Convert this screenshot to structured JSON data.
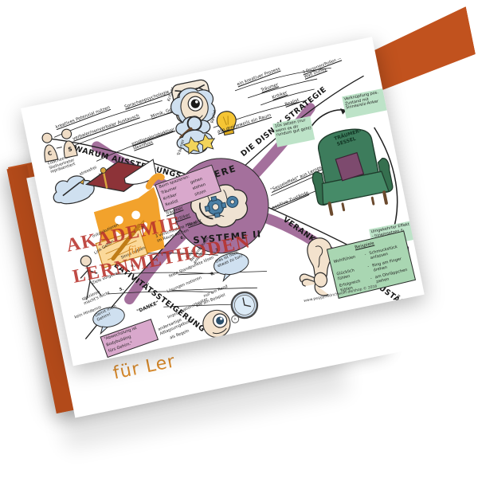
{
  "product": {
    "type": "printed mind-map poster photo",
    "background_color": "#ffffff",
    "card_color": "#c1521e",
    "poster_color": "#ffffff"
  },
  "poster": {
    "center": {
      "line1": "INNERE",
      "line2": "SYSTEME II",
      "fill": "#a4709c",
      "icon": "brain-with-gears-icon"
    },
    "branches": [
      {
        "id": "warum-ausstellungsarbeit",
        "title": "WARUM AUSSTELLUNGSARBEIT",
        "position": "upper-left",
        "color": "#a4709c"
      },
      {
        "id": "die-disney-strategie",
        "title": "DIE DISNEY STRATEGIE",
        "position": "upper-right",
        "color": "#a4709c"
      },
      {
        "id": "kreativitaetssteigerung",
        "title": "KREATIVITÄTSSTEIGERUNG",
        "position": "lower-left",
        "color": "#a4709c"
      },
      {
        "id": "verankern-mentaler-zustaende",
        "title": "VERANKERN MENTALER ZUSTÄNDE",
        "position": "lower-right",
        "color": "#a4709c"
      }
    ],
    "upper_left_notes": [
      "kreatives Potenzial nutzen",
      "Sprachenpsychologie",
      "verbaler/nonverbaler Austausch",
      "Mimik, Gestik",
      "emotionaler/objektiver Ideenfluss",
      "Coachee durch Stellvertreter repräsentiert",
      "stressfrei",
      "kreativ, raumnehmend"
    ],
    "upper_left_people_labels": [
      "C",
      "S"
    ],
    "pink_box_spazieren": {
      "heading": "Beim spazieren:",
      "rows": [
        {
          "role": "Träumer",
          "dash": "-",
          "action": "gehen"
        },
        {
          "role": "Kritiker",
          "dash": "-",
          "action": "stehen"
        },
        {
          "role": "Realist",
          "dash": "-",
          "action": "sitzen"
        }
      ]
    },
    "roles_row": [
      "Träumer",
      "Kritiker",
      "Realist"
    ],
    "roles_note": "3 verschiedene Plätze im Raum suchen",
    "disney_notes": [
      "ein kreativer Prozess",
      "3 Personen/Rollen — Walt Disney",
      "Träumer",
      "Kritiker",
      "Realist",
      "alle drei jeweils ein Raum"
    ],
    "disney_face_labels": [
      "Kritiker",
      "Realist",
      "Träumer"
    ],
    "middle_right_notes": [
      "\"Sesseleffekt\" aus Lernpsychologie",
      "positive Zustände"
    ],
    "armchair": {
      "label_line1": "TRÄUMER-",
      "label_line2": "SESSEL",
      "color": "#3d7c5c",
      "pillow_color": "#7d4a6e"
    },
    "armchair_notes": [
      "10x setzen (nur wenn es dir rundum gut geht)",
      "Verknüpfung pos. Zustand mit Sinnesreiz-Anker",
      "Umgekehrter Effekt - hineinsetzen & Wohlfühlen"
    ],
    "examples_box": {
      "title": "Beispiele",
      "rows": [
        {
          "state": "Wohlfühlen",
          "dash": "-",
          "anchor": "Schmuckstück anfassen"
        },
        {
          "state": "Glücklich fühlen",
          "dash": "-",
          "anchor": "Ring am Finger drehen"
        },
        {
          "state": "Erfolgreich fühlen",
          "dash": "-",
          "anchor": "am Ohrläppchen ziehen"
        }
      ],
      "fill": "#a9d6b2"
    },
    "kreativitaet_numbers": [
      "3.",
      "4.",
      "5.",
      "6.",
      "7.",
      "8."
    ],
    "kreativitaet_notes": [
      "mitdiskutieren",
      "Link Gehirn",
      "Sinne nutzen",
      "Ziele vorgeben",
      "spazieren macht's leicht",
      "kein Hindernis",
      "Neue Nervenbahnen anlegen",
      "feste Standpunkte lösen",
      "Lösungen notieren",
      "frisch Start",
      "nur am Rand",
      "wie am Beispiel",
      "\"DANKE\"",
      "Improvisationstheater",
      "andersartige Alltagsumgebung",
      "als Regeln"
    ],
    "speech_bubbles": [
      "Damit mein Gehirn!",
      "Das ist noch etwas zu tun!"
    ],
    "pink_box_quote": {
      "line1": "\"Abwechslung ist",
      "line2": "Bodybuilding",
      "line3": "fürs Gehirn.\""
    },
    "footer": "www.peggyhedrichwolff.de/shop  © 2016",
    "watermark": {
      "line1": "AKADEMIE",
      "line2": "für",
      "line3": "LERNMETHODEN",
      "color1": "#b8332c",
      "color2": "#e08a23"
    },
    "icons": [
      "angry-face-icon",
      "lightbulb-icon",
      "thought-cloud-icon",
      "magnifier-face-icon",
      "two-stars-icon",
      "graduation-cap-icon",
      "smiley-mascot-icon",
      "notepad-pencil-icon",
      "walking-stick-figure-icon",
      "clock-icon",
      "eye-icon",
      "ear-icon",
      "pinching-hand-icon",
      "armchair-icon",
      "curved-arrow-icon",
      "recycle-arrows-icon",
      "brain-gears-icon"
    ]
  },
  "back_card": {
    "caption": "für Ler"
  }
}
